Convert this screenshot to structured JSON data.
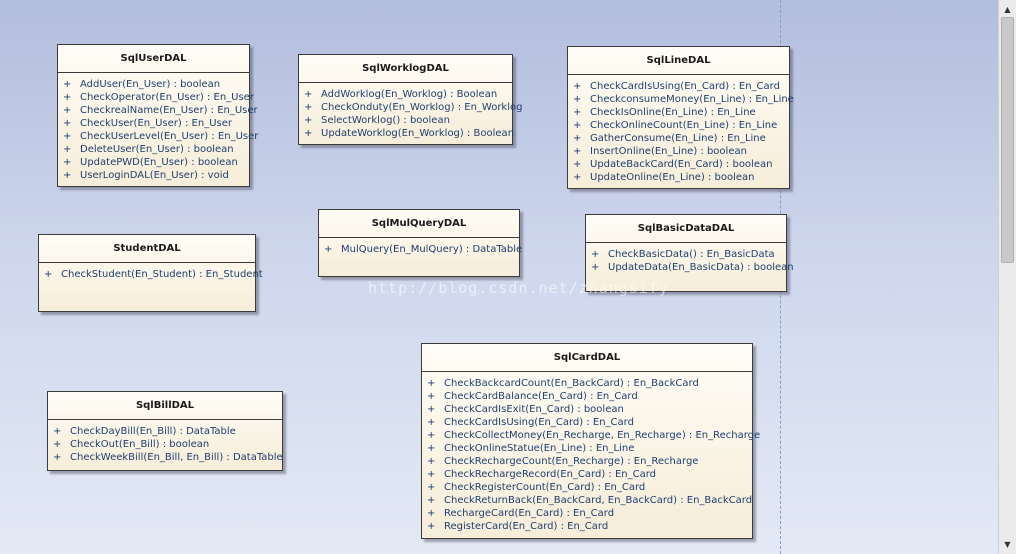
{
  "diagram": {
    "classes": [
      {
        "key": "sqluserdal",
        "name": "SqlUserDAL",
        "members": [
          {
            "vis": "+",
            "sig": "AddUser(En_User) : boolean"
          },
          {
            "vis": "+",
            "sig": "CheckOperator(En_User) : En_User"
          },
          {
            "vis": "+",
            "sig": "CheckrealName(En_User) : En_User"
          },
          {
            "vis": "+",
            "sig": "CheckUser(En_User) : En_User"
          },
          {
            "vis": "+",
            "sig": "CheckUserLevel(En_User) : En_User"
          },
          {
            "vis": "+",
            "sig": "DeleteUser(En_User) : boolean"
          },
          {
            "vis": "+",
            "sig": "UpdatePWD(En_User) : boolean"
          },
          {
            "vis": "+",
            "sig": "UserLoginDAL(En_User) : void"
          }
        ]
      },
      {
        "key": "sqlworklogdal",
        "name": "SqlWorklogDAL",
        "members": [
          {
            "vis": "+",
            "sig": "AddWorklog(En_Worklog) : Boolean"
          },
          {
            "vis": "+",
            "sig": "CheckOnduty(En_Worklog) : En_Worklog"
          },
          {
            "vis": "+",
            "sig": "SelectWorklog() : boolean"
          },
          {
            "vis": "+",
            "sig": "UpdateWorklog(En_Worklog) : Boolean"
          }
        ]
      },
      {
        "key": "sqllinedal",
        "name": "SqlLineDAL",
        "members": [
          {
            "vis": "+",
            "sig": "CheckCardIsUsing(En_Card) : En_Card"
          },
          {
            "vis": "+",
            "sig": "CheckconsumeMoney(En_Line) : En_Line"
          },
          {
            "vis": "+",
            "sig": "CheckIsOnline(En_Line) : En_Line"
          },
          {
            "vis": "+",
            "sig": "CheckOnlineCount(En_Line) : En_Line"
          },
          {
            "vis": "+",
            "sig": "GatherConsume(En_Line) : En_Line"
          },
          {
            "vis": "+",
            "sig": "InsertOnline(En_Line) : boolean"
          },
          {
            "vis": "+",
            "sig": "UpdateBackCard(En_Card) : boolean"
          },
          {
            "vis": "+",
            "sig": "UpdateOnline(En_Line) : boolean"
          }
        ]
      },
      {
        "key": "studentdal",
        "name": "StudentDAL",
        "members": [
          {
            "vis": "+",
            "sig": "CheckStudent(En_Student) : En_Student"
          }
        ]
      },
      {
        "key": "sqlmulquerydal",
        "name": "SqlMulQueryDAL",
        "members": [
          {
            "vis": "+",
            "sig": "MulQuery(En_MulQuery) : DataTable"
          }
        ]
      },
      {
        "key": "sqlbasicdatadal",
        "name": "SqlBasicDataDAL",
        "members": [
          {
            "vis": "+",
            "sig": "CheckBasicData() : En_BasicData"
          },
          {
            "vis": "+",
            "sig": "UpdateData(En_BasicData) : boolean"
          }
        ]
      },
      {
        "key": "sqlbilldal",
        "name": "SqlBillDAL",
        "members": [
          {
            "vis": "+",
            "sig": "CheckDayBill(En_Bill) : DataTable"
          },
          {
            "vis": "+",
            "sig": "CheckOut(En_Bill) : boolean"
          },
          {
            "vis": "+",
            "sig": "CheckWeekBill(En_Bill, En_Bill) : DataTable"
          }
        ]
      },
      {
        "key": "sqlcarddal",
        "name": "SqlCardDAL",
        "members": [
          {
            "vis": "+",
            "sig": "CheckBackcardCount(En_BackCard) : En_BackCard"
          },
          {
            "vis": "+",
            "sig": "CheckCardBalance(En_Card) : En_Card"
          },
          {
            "vis": "+",
            "sig": "CheckCardIsExit(En_Card) : boolean"
          },
          {
            "vis": "+",
            "sig": "CheckCardIsUsing(En_Card) : En_Card"
          },
          {
            "vis": "+",
            "sig": "CheckCollectMoney(En_Recharge, En_Recharge) : En_Recharge"
          },
          {
            "vis": "+",
            "sig": "CheckOnlineStatue(En_Line) : En_Line"
          },
          {
            "vis": "+",
            "sig": "CheckRechargeCount(En_Recharge) : En_Recharge"
          },
          {
            "vis": "+",
            "sig": "CheckRechargeRecord(En_Card) : En_Card"
          },
          {
            "vis": "+",
            "sig": "CheckRegisterCount(En_Card) : En_Card"
          },
          {
            "vis": "+",
            "sig": "CheckReturnBack(En_BackCard, En_BackCard) : En_BackCard"
          },
          {
            "vis": "+",
            "sig": "RechargeCard(En_Card) : En_Card"
          },
          {
            "vis": "+",
            "sig": "RegisterCard(En_Card) : En_Card"
          }
        ]
      }
    ],
    "watermark": "http://blog.csdn.net/zhangsify"
  },
  "scrollbar": {
    "up_arrow": "▲",
    "down_arrow": "▼"
  },
  "colors": {
    "class_fill_top": "#fffdf6",
    "class_fill_bottom": "#f6edd9",
    "member_text": "#1f3f6f",
    "canvas_top": "#b3bddd",
    "canvas_bottom": "#e3e9f5"
  }
}
